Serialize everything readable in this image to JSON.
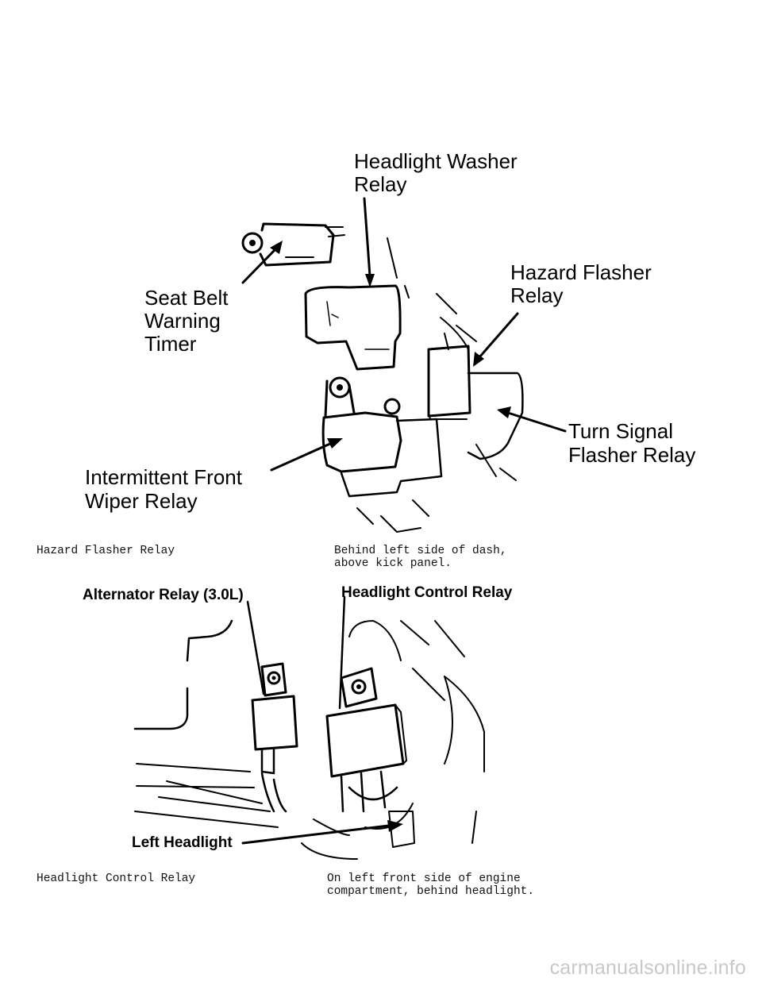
{
  "figure1": {
    "labels": {
      "headlight_washer_1": "Headlight Washer",
      "headlight_washer_2": "Relay",
      "hazard_flasher_1": "Hazard Flasher",
      "hazard_flasher_2": "Relay",
      "seat_belt_1": "Seat Belt",
      "seat_belt_2": "Warning",
      "seat_belt_3": "Timer",
      "turn_signal_1": "Turn Signal",
      "turn_signal_2": "Flasher Relay",
      "wiper_1": "Intermittent Front",
      "wiper_2": "Wiper Relay"
    },
    "caption_left": "Hazard Flasher Relay",
    "caption_right": "Behind left side of dash,\nabove kick panel."
  },
  "figure2": {
    "labels": {
      "alternator": "Alternator Relay (3.0L)",
      "headlight_control": "Headlight Control Relay",
      "left_headlight": "Left Headlight"
    },
    "caption_left": "Headlight Control Relay",
    "caption_right": "On left front side of engine\ncompartment, behind headlight."
  },
  "watermark": "carmanualsonline.info"
}
